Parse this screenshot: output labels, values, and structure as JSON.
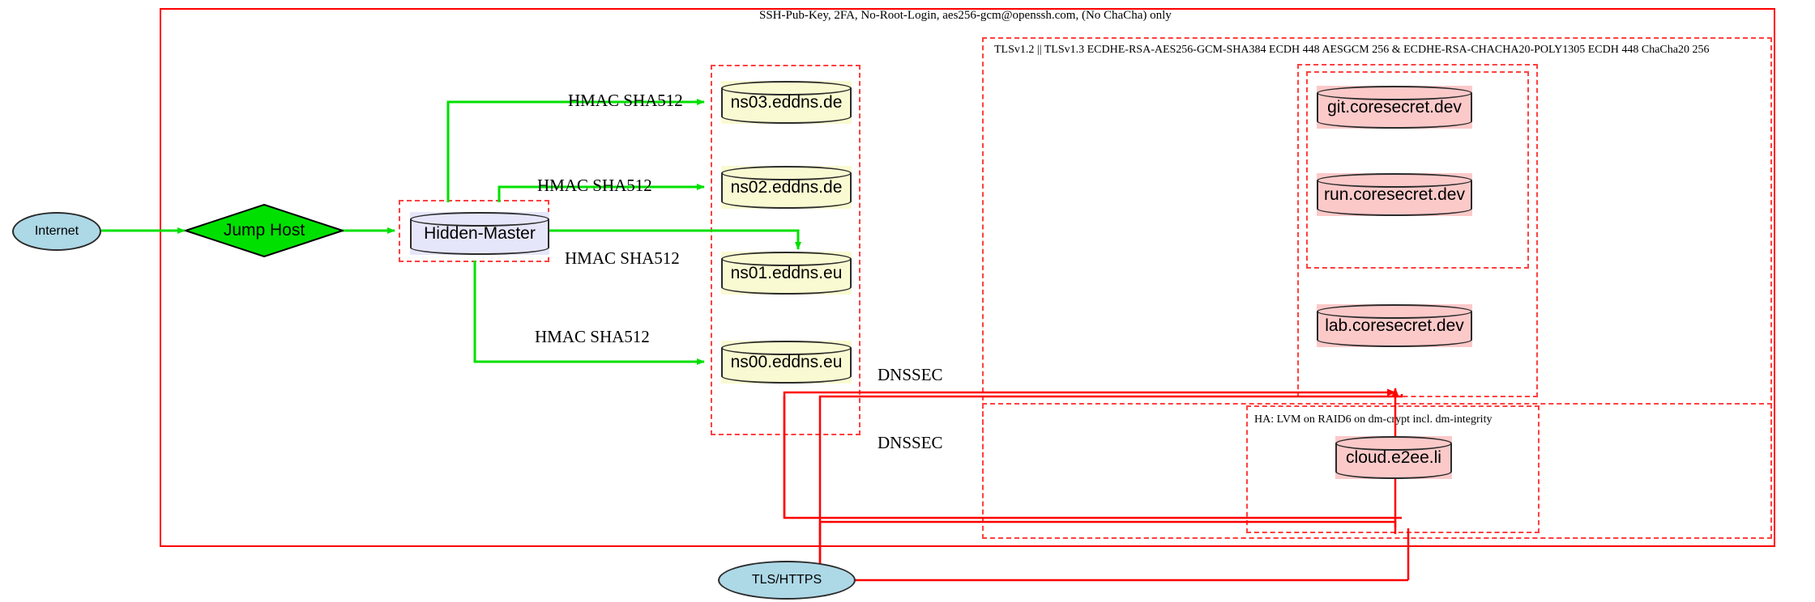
{
  "diagram": {
    "title_outer": "SSH-Pub-Key, 2FA, No-Root-Login, aes256-gcm@openssh.com, (No ChaCha) only",
    "clusters": [
      {
        "name": "ssh-policy-cluster",
        "label": "SSH-Pub-Key, 2FA, No-Root-Login, aes256-gcm@openssh.com, (No ChaCha) only",
        "style": "solid",
        "color": "#ff0000"
      },
      {
        "name": "tls-policy-cluster",
        "label": "TLSv1.2 || TLSv1.3 ECDHE-RSA-AES256-GCM-SHA384 ECDH 448 AESGCM 256 & ECDHE-RSA-CHACHA20-POLY1305 ECDH 448 ChaCha20 256",
        "style": "dashed",
        "color": "#ff4040"
      },
      {
        "name": "ha-storage-cluster",
        "label": "HA: LVM on RAID6 on dm-crypt incl. dm-integrity",
        "style": "dashed",
        "color": "#ff4040"
      },
      {
        "name": "hidden-master-cluster",
        "label": "",
        "style": "dashed",
        "color": "#ff4040"
      },
      {
        "name": "dns-servers-cluster",
        "label": "",
        "style": "dashed",
        "color": "#ff4040"
      },
      {
        "name": "coresecret-services-cluster",
        "label": "",
        "style": "dashed",
        "color": "#ff4040"
      },
      {
        "name": "coresecret-inner-cluster",
        "label": "",
        "style": "dashed",
        "color": "#ff4040"
      },
      {
        "name": "cloud-cluster",
        "label": "",
        "style": "dashed",
        "color": "#ff4040"
      }
    ],
    "nodes": [
      {
        "id": "internet",
        "label": "Internet",
        "shape": "ellipse",
        "fill": "#add8e6"
      },
      {
        "id": "jump-host",
        "label": "Jump Host",
        "shape": "diamond",
        "fill": "#00e000"
      },
      {
        "id": "hidden-master",
        "label": "Hidden-Master",
        "shape": "cylinder",
        "fill": "#e6e6fa"
      },
      {
        "id": "ns03",
        "label": "ns03.eddns.de",
        "shape": "cylinder",
        "fill": "#fafad2"
      },
      {
        "id": "ns02",
        "label": "ns02.eddns.de",
        "shape": "cylinder",
        "fill": "#fafad2"
      },
      {
        "id": "ns01",
        "label": "ns01.eddns.eu",
        "shape": "cylinder",
        "fill": "#fafad2"
      },
      {
        "id": "ns00",
        "label": "ns00.eddns.eu",
        "shape": "cylinder",
        "fill": "#fafad2"
      },
      {
        "id": "git",
        "label": "git.coresecret.dev",
        "shape": "cylinder",
        "fill": "#fcc9c9"
      },
      {
        "id": "run",
        "label": "run.coresecret.dev",
        "shape": "cylinder",
        "fill": "#fcc9c9"
      },
      {
        "id": "lab",
        "label": "lab.coresecret.dev",
        "shape": "cylinder",
        "fill": "#fcc9c9"
      },
      {
        "id": "cloud",
        "label": "cloud.e2ee.li",
        "shape": "cylinder",
        "fill": "#fcc9c9"
      },
      {
        "id": "tls-https",
        "label": "TLS/HTTPS",
        "shape": "ellipse",
        "fill": "#add8e6"
      }
    ],
    "edge_labels": {
      "hmac_ns03": "HMAC SHA512",
      "hmac_ns02": "HMAC SHA512",
      "hmac_ns01": "HMAC SHA512",
      "hmac_ns00": "HMAC SHA512",
      "dnssec_upper": "DNSSEC",
      "dnssec_lower": "DNSSEC"
    },
    "colors": {
      "edge_green": "#00e000",
      "edge_red": "#ff0000",
      "cluster_solid": "#ff0000",
      "cluster_dashed": "#ff4040",
      "node_stroke": "#2b2b2b",
      "ellipse_fill": "#add8e6",
      "diamond_fill": "#00e000",
      "master_fill": "#e6e6fa",
      "dns_fill": "#fafad2",
      "service_fill": "#fcc9c9"
    }
  }
}
